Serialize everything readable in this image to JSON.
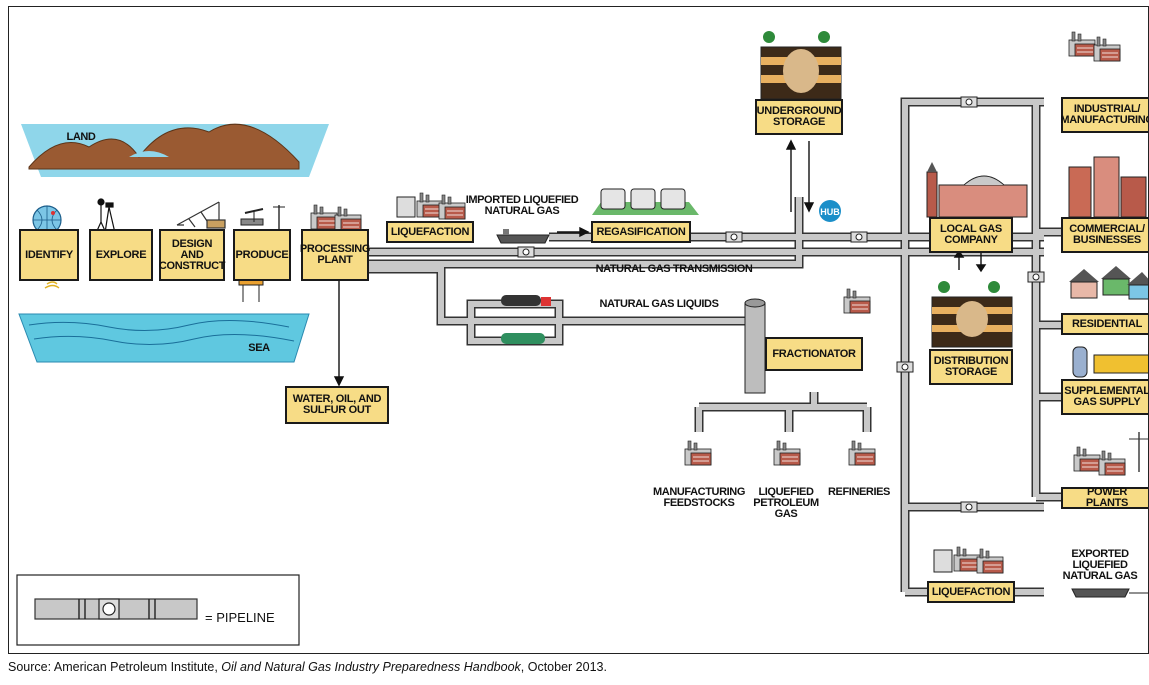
{
  "scenes": {
    "land": "LAND",
    "sea": "SEA"
  },
  "steps": {
    "identify": "IDENTIFY",
    "explore": "EXPLORE",
    "design": "DESIGN\nAND\nCONSTRUCT",
    "produce": "PRODUCE",
    "processing": "PROCESSING\nPLANT",
    "water": "WATER, OIL, AND\nSULFUR OUT",
    "liquefaction": "LIQUEFACTION",
    "regasification": "REGASIFICATION",
    "underground": "UNDERGROUND\nSTORAGE",
    "local_gas": "LOCAL GAS\nCOMPANY",
    "distribution": "DISTRIBUTION\nSTORAGE",
    "fractionator": "FRACTIONATOR",
    "industrial": "INDUSTRIAL/\nMANUFACTURING",
    "commercial": "COMMERCIAL/\nBUSINESSES",
    "residential": "RESIDENTIAL",
    "supplemental": "SUPPLEMENTAL\nGAS SUPPLY",
    "power": "POWER PLANTS",
    "liquefaction2": "LIQUEFACTION"
  },
  "labels": {
    "imported": "IMPORTED LIQUEFIED\nNATURAL GAS",
    "transmission": "NATURAL GAS TRANSMISSION",
    "liquids": "NATURAL GAS LIQUIDS",
    "hub": "HUB",
    "feedstocks": "MANUFACTURING\nFEEDSTOCKS",
    "lpg": "LIQUEFIED\nPETROLEUM\nGAS",
    "refineries": "REFINERIES",
    "exported": "EXPORTED LIQUEFIED\nNATURAL GAS"
  },
  "legend": {
    "text": "= PIPELINE"
  },
  "source": {
    "prefix": "Source:  American Petroleum Institute, ",
    "title": "Oil and Natural Gas Industry Preparedness Handbook",
    "suffix": ", October 2013."
  },
  "colors": {
    "box_fill": "#f7dc86",
    "pipe": "#c8c8c8",
    "sea": "#5fc8e0",
    "land": "#9a5a32",
    "hub": "#1b8fc9",
    "building": "#b85a4a"
  }
}
